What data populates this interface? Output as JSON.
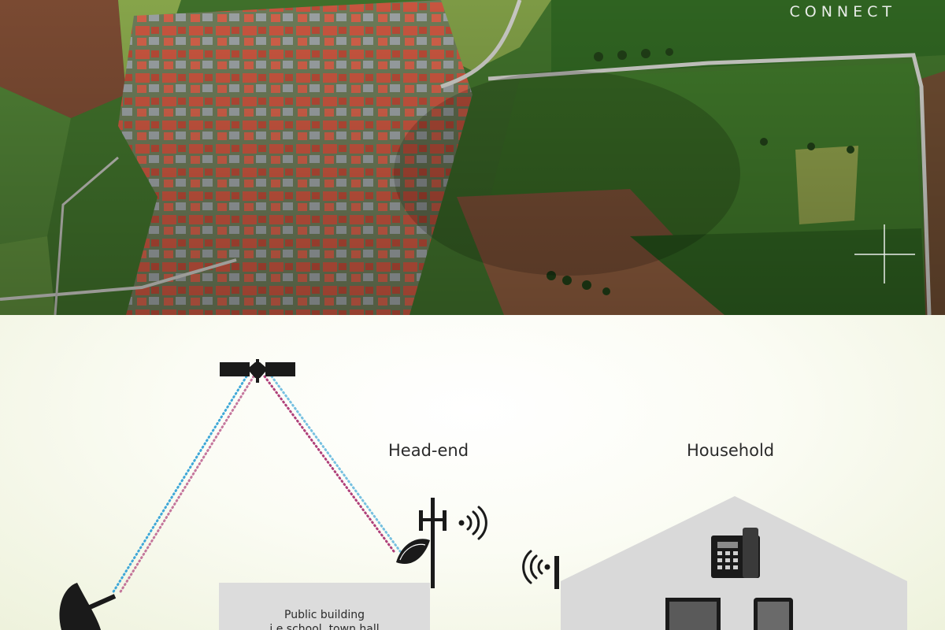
{
  "brand": "CONNECT",
  "diagram": {
    "headend_label": "Head-end",
    "household_label": "Household",
    "public_building_line1": "Public building",
    "public_building_line2": "i.e school, town hall"
  },
  "colors": {
    "signal_pink": "#b0407a",
    "signal_blue": "#3fa8d8",
    "house_gray": "#d9d9d9",
    "box_gray": "#dcdcdc",
    "icon_dark": "#1a1a1a"
  },
  "icons": [
    "satellite-icon",
    "satellite-dish-icon",
    "cell-tower-icon",
    "wireless-signal-icon",
    "wifi-router-icon",
    "house-icon",
    "phone-icon",
    "monitor-icon",
    "tablet-icon"
  ]
}
